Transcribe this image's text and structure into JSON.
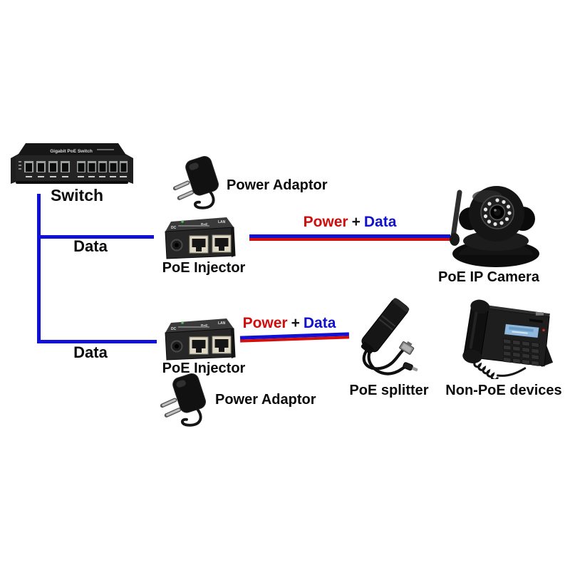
{
  "diagram": {
    "switch": {
      "label": "Switch",
      "device_text": "Gigabit PoE Switch"
    },
    "data_link_1": {
      "label": "Data"
    },
    "data_link_2": {
      "label": "Data"
    },
    "power_adaptor_1": {
      "label": "Power Adaptor"
    },
    "power_adaptor_2": {
      "label": "Power Adaptor"
    },
    "poe_injector_1": {
      "label": "PoE Injector",
      "port_dc": "DC",
      "port_poe": "PoE",
      "port_lan": "LAN"
    },
    "poe_injector_2": {
      "label": "PoE Injector",
      "port_dc": "DC",
      "port_poe": "PoE",
      "port_lan": "LAN"
    },
    "power_data_1": {
      "power": "Power",
      "plus": "+",
      "data": "Data"
    },
    "power_data_2": {
      "power": "Power",
      "plus": "+",
      "data": "Data"
    },
    "camera": {
      "label": "PoE IP Camera"
    },
    "splitter": {
      "label": "PoE splitter"
    },
    "phone": {
      "label": "Non-PoE devices"
    }
  },
  "colors": {
    "data_blue": "#1010d6",
    "power_red": "#d40d0d",
    "label_black": "#0a0a0a",
    "background": "#ffffff"
  }
}
